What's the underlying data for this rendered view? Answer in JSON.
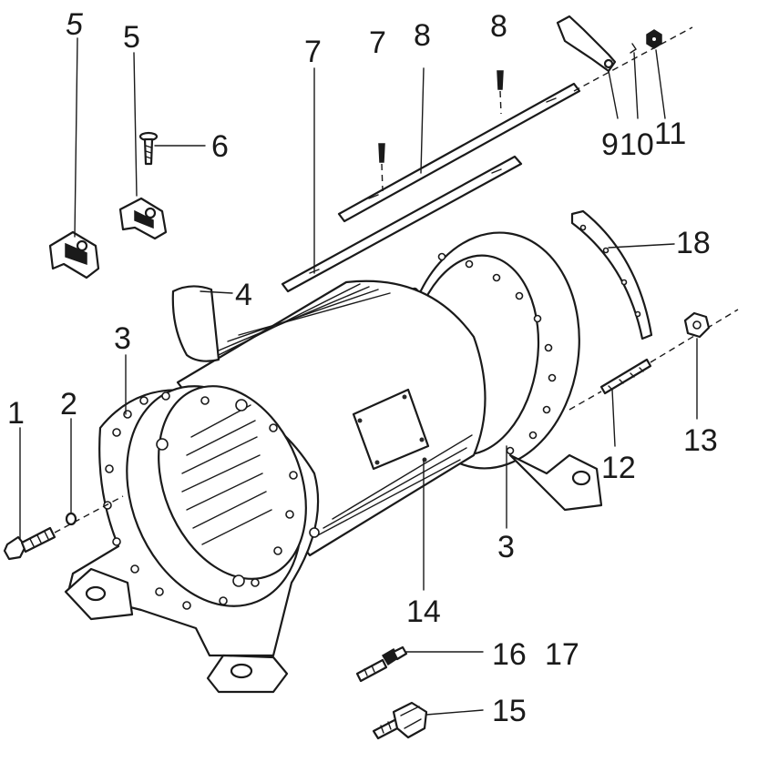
{
  "callouts": [
    {
      "id": "c1",
      "text": "1"
    },
    {
      "id": "c2",
      "text": "2"
    },
    {
      "id": "c3a",
      "text": "3"
    },
    {
      "id": "c3b",
      "text": "3"
    },
    {
      "id": "c4",
      "text": "4"
    },
    {
      "id": "c5a",
      "text": "5"
    },
    {
      "id": "c5b",
      "text": "5"
    },
    {
      "id": "c6",
      "text": "6"
    },
    {
      "id": "c7a",
      "text": "7"
    },
    {
      "id": "c7b",
      "text": "7"
    },
    {
      "id": "c8a",
      "text": "8"
    },
    {
      "id": "c8b",
      "text": "8"
    },
    {
      "id": "c9",
      "text": "9"
    },
    {
      "id": "c10",
      "text": "10"
    },
    {
      "id": "c11",
      "text": "11"
    },
    {
      "id": "c12",
      "text": "12"
    },
    {
      "id": "c13",
      "text": "13"
    },
    {
      "id": "c14",
      "text": "14"
    },
    {
      "id": "c15",
      "text": "15"
    },
    {
      "id": "c16",
      "text": "16"
    },
    {
      "id": "c17",
      "text": "17"
    },
    {
      "id": "c18",
      "text": "18"
    }
  ]
}
